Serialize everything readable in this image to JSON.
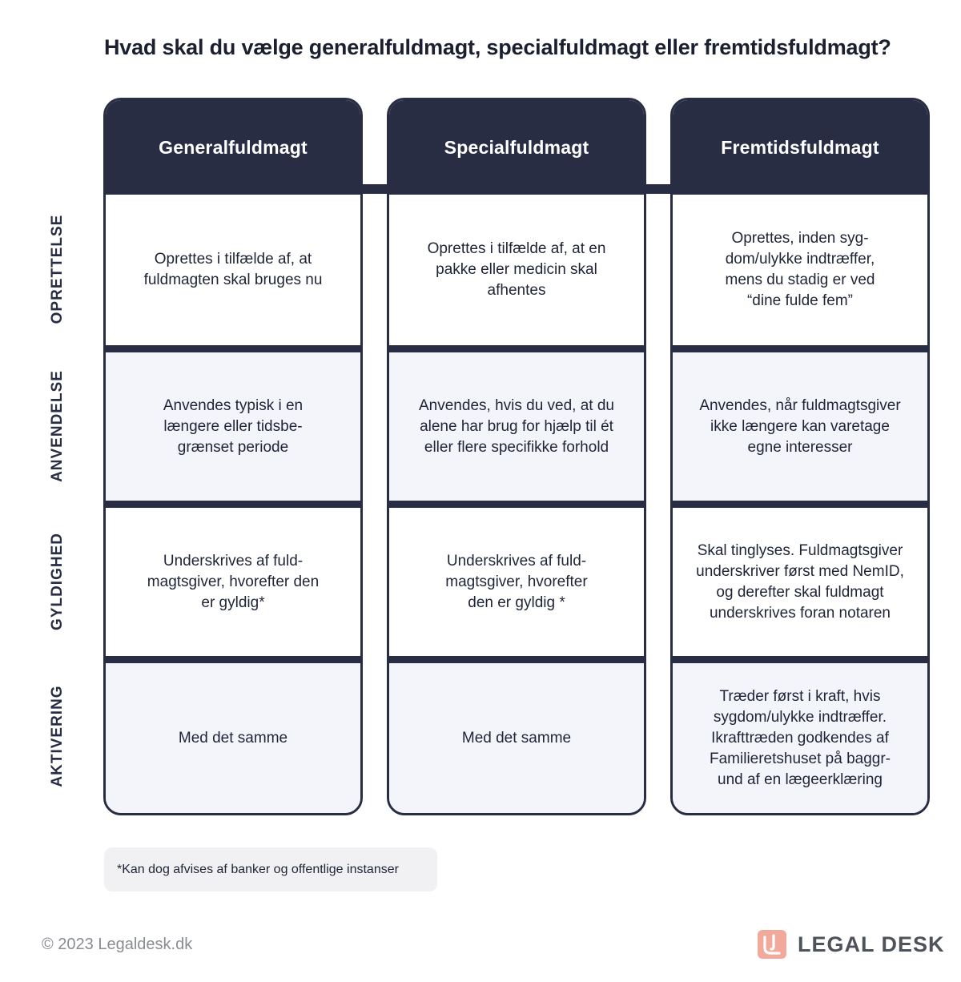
{
  "title": "Hvad skal du vælge generalfuldmagt, specialfuldmagt eller fremtidsfuldmagt?",
  "row_labels": [
    "OPRETTELSE",
    "ANVENDELSE",
    "GYLDIGHED",
    "AKTIVERING"
  ],
  "columns": [
    {
      "header": "Generalfuldmagt",
      "cells": [
        "Oprettes i tilfælde af, at\nfuldmagten skal bruges nu",
        "Anvendes typisk i en\nlængere eller tidsbe-\ngrænset periode",
        "Underskrives af fuld-\nmagtsgiver, hvorefter den\ner gyldig*",
        "Med det samme"
      ]
    },
    {
      "header": "Specialfuldmagt",
      "cells": [
        "Oprettes i tilfælde af, at en\npakke eller medicin skal\nafhentes",
        "Anvendes, hvis du ved, at du\nalene har brug for hjælp til ét\neller flere specifikke forhold",
        "Underskrives af fuld-\nmagtsgiver, hvorefter\nden er gyldig *",
        "Med det samme"
      ]
    },
    {
      "header": "Fremtidsfuldmagt",
      "cells": [
        "Oprettes, inden syg-\ndom/ulykke indtræffer,\nmens du stadig er ved\n“dine fulde fem”",
        "Anvendes, når fuldmagtsgiver\nikke længere kan varetage\negne interesser",
        "Skal tinglyses. Fuldmagtsgiver\nunderskriver først med NemID,\nog derefter skal fuldmagt\nunderskrives foran notaren",
        "Træder først i kraft, hvis\nsygdom/ulykke indtræffer.\nIkrafttræden godkendes af\nFamilieretshuset på baggr-\nund af en lægeerklæring"
      ]
    }
  ],
  "footnote": "*Kan dog afvises af banker og offentlige instanser",
  "copyright": "© 2023 Legaldesk.dk",
  "logo": {
    "text": "LEGAL DESK",
    "icon": "legal-desk-logo-icon",
    "color": "#f0a99b"
  },
  "colors": {
    "dark": "#282d43",
    "alt_row": "#f4f5fb"
  }
}
